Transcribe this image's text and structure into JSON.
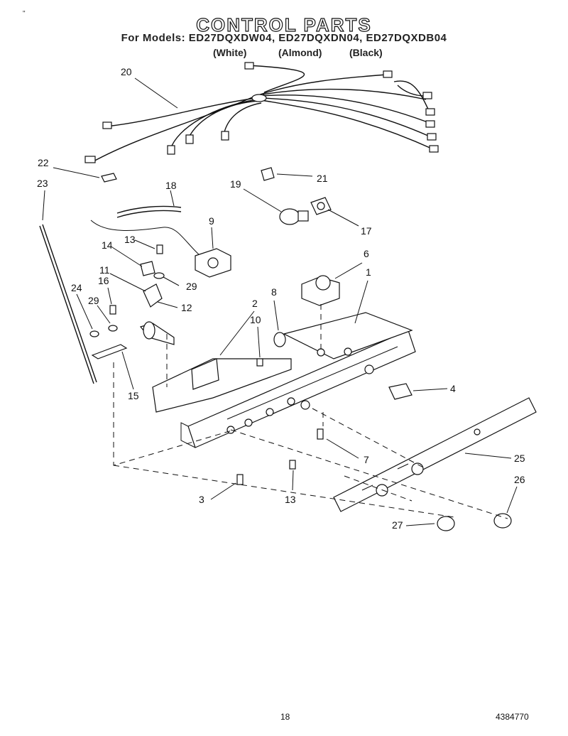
{
  "header": {
    "title": "CONTROL PARTS",
    "models": "For Models: ED27DQXDW04, ED27DQXDN04, ED27DQXDB04",
    "colors": [
      "(White)",
      "(Almond)",
      "(Black)"
    ]
  },
  "callouts": [
    "20",
    "22",
    "21",
    "23",
    "18",
    "19",
    "17",
    "9",
    "13",
    "14",
    "29",
    "11",
    "12",
    "6",
    "1",
    "8",
    "2",
    "10",
    "24",
    "16",
    "29",
    "15",
    "4",
    "7",
    "25",
    "26",
    "3",
    "13",
    "27"
  ],
  "footer": {
    "page_number": "18",
    "part_number": "4384770",
    "mark": "\""
  },
  "icons": [
    "wire-harness-icon",
    "light-bulb-icon",
    "bulb-socket-icon",
    "thermostat-icon",
    "defrost-timer-icon",
    "control-housing-icon",
    "control-panel-icon",
    "knob-icon"
  ]
}
